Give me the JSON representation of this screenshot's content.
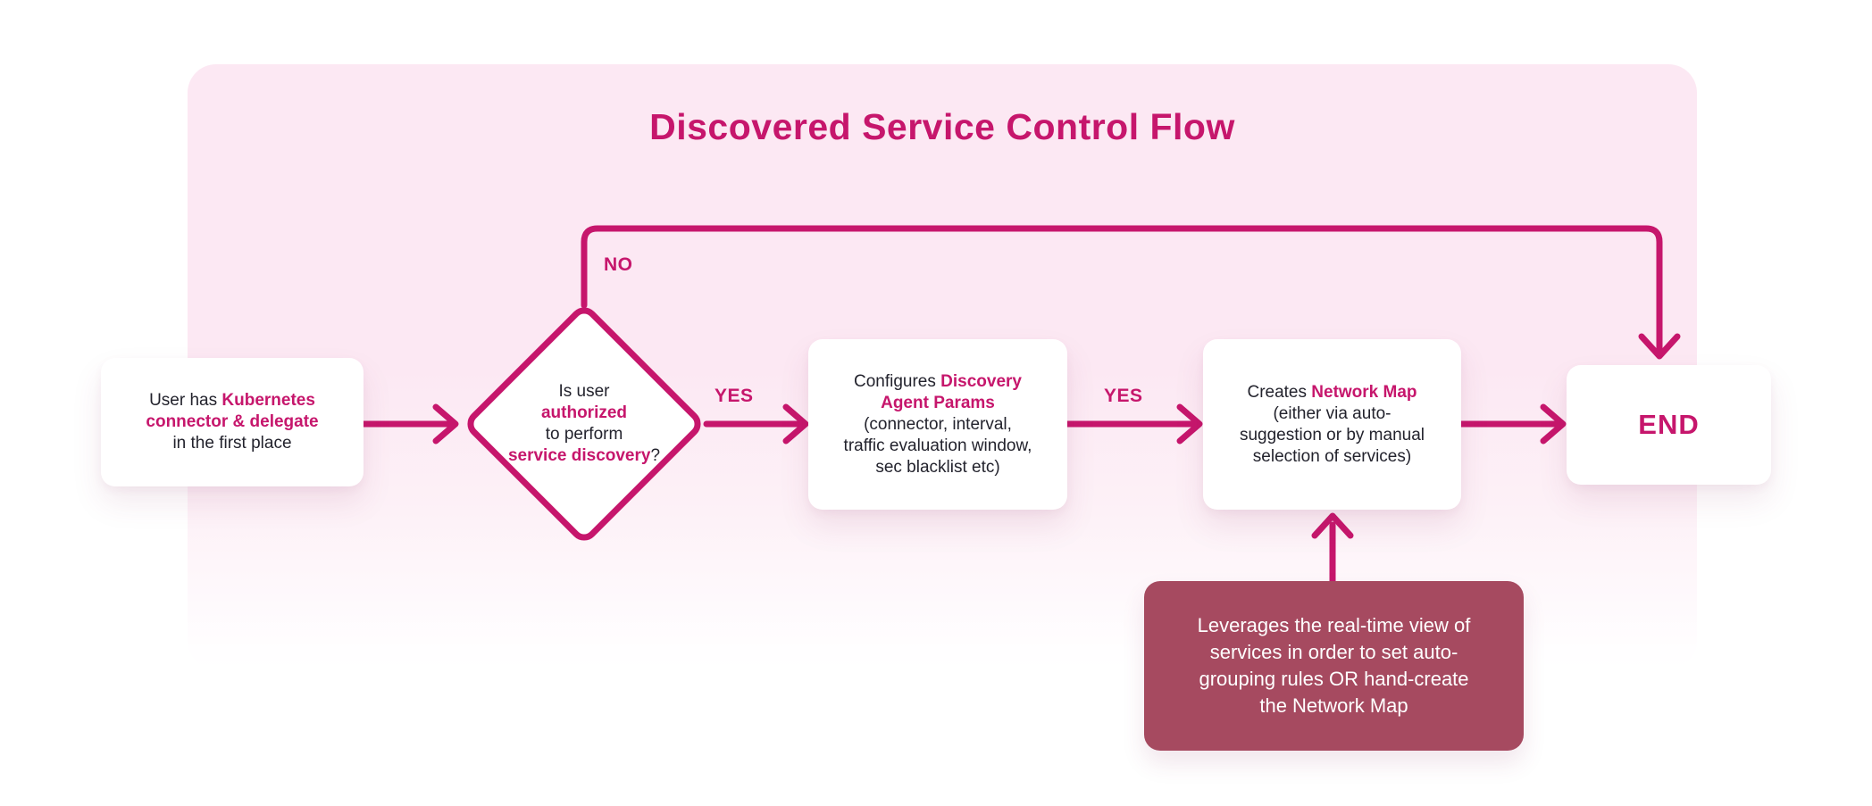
{
  "title": "Discovered Service Control Flow",
  "colors": {
    "accent": "#C6166C",
    "note_background": "#A64A60",
    "panel_background": "#FCE8F3",
    "node_background": "#FFFFFF",
    "body_text": "#23232D",
    "note_text": "#FFFFFF"
  },
  "labels": {
    "no": "NO",
    "yes1": "YES",
    "yes2": "YES"
  },
  "nodes": {
    "start": {
      "lines": [
        [
          {
            "t": "User has "
          },
          {
            "t": "Kubernetes",
            "em": 1
          }
        ],
        [
          {
            "t": "connector & delegate",
            "em": 1
          }
        ],
        [
          {
            "t": "in the first place"
          }
        ]
      ]
    },
    "decision": {
      "lines": [
        [
          {
            "t": "Is user"
          }
        ],
        [
          {
            "t": "authorized",
            "em": 1
          }
        ],
        [
          {
            "t": "to perform"
          }
        ],
        [
          {
            "t": "service discovery",
            "em": 1
          },
          {
            "t": "?"
          }
        ]
      ]
    },
    "configure": {
      "lines": [
        [
          {
            "t": "Configures "
          },
          {
            "t": "Discovery",
            "em": 1
          }
        ],
        [
          {
            "t": "Agent Params",
            "em": 1
          }
        ],
        [
          {
            "t": "(connector, interval,"
          }
        ],
        [
          {
            "t": "traffic evaluation window,"
          }
        ],
        [
          {
            "t": "sec blacklist etc)"
          }
        ]
      ]
    },
    "create_map": {
      "lines": [
        [
          {
            "t": "Creates "
          },
          {
            "t": "Network Map",
            "em": 1
          }
        ],
        [
          {
            "t": "(either via auto-"
          }
        ],
        [
          {
            "t": "suggestion or by manual"
          }
        ],
        [
          {
            "t": "selection of services)"
          }
        ]
      ]
    },
    "end": {
      "label": "END"
    },
    "note": {
      "lines": [
        [
          {
            "t": "Leverages the real-time view of"
          }
        ],
        [
          {
            "t": "services in order to set auto-"
          }
        ],
        [
          {
            "t": "grouping rules OR hand-create"
          }
        ],
        [
          {
            "t": "the Network Map"
          }
        ]
      ]
    }
  }
}
